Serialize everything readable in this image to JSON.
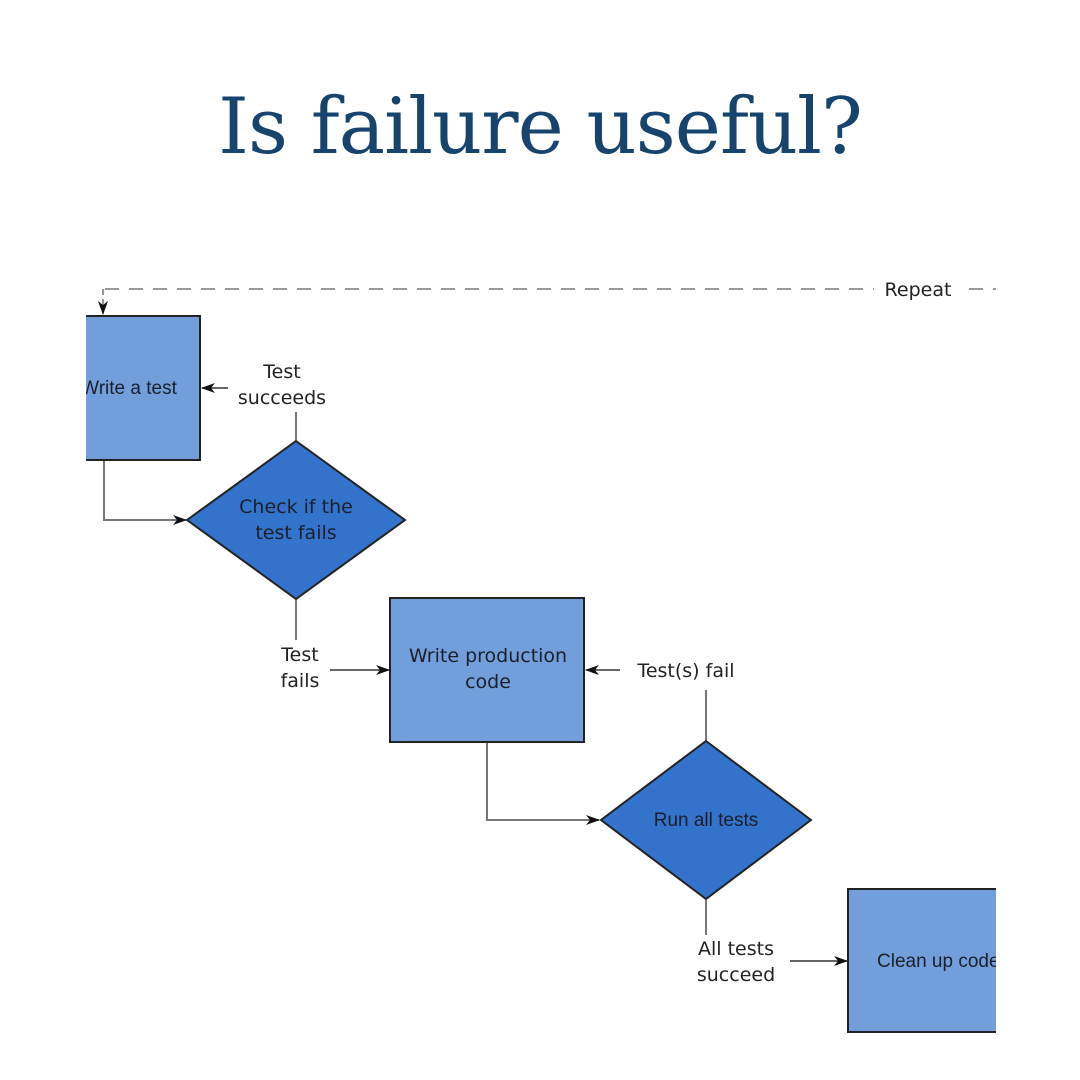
{
  "title": "Is failure useful?",
  "diagram": {
    "colors": {
      "process_fill": "#729fdb",
      "decision_fill": "#3473cc",
      "stroke": "#222222",
      "connector": "#777777",
      "title": "#16446e"
    },
    "loop_label": "Repeat",
    "nodes": {
      "write_test": {
        "type": "process",
        "label": "Write a test"
      },
      "check_fails": {
        "type": "decision",
        "label_line1": "Check if the",
        "label_line2": "test fails"
      },
      "write_code": {
        "type": "process",
        "label_line1": "Write production",
        "label_line2": "code"
      },
      "run_tests": {
        "type": "decision",
        "label": "Run all tests"
      },
      "clean_up": {
        "type": "process",
        "label": "Clean up code"
      }
    },
    "edge_labels": {
      "test_succeeds_1": "Test",
      "test_succeeds_2": "succeeds",
      "test_fails_1": "Test",
      "test_fails_2": "fails",
      "tests_fail": "Test(s) fail",
      "all_succeed_1": "All tests",
      "all_succeed_2": "succeed"
    },
    "edges": [
      {
        "from": "write_test",
        "to": "check_fails",
        "label": ""
      },
      {
        "from": "check_fails",
        "to": "write_test",
        "label": "Test succeeds"
      },
      {
        "from": "check_fails",
        "to": "write_code",
        "label": "Test fails"
      },
      {
        "from": "write_code",
        "to": "run_tests",
        "label": ""
      },
      {
        "from": "run_tests",
        "to": "write_code",
        "label": "Test(s) fail"
      },
      {
        "from": "run_tests",
        "to": "clean_up",
        "label": "All tests succeed"
      },
      {
        "from": "clean_up",
        "to": "write_test",
        "label": "Repeat"
      }
    ]
  }
}
